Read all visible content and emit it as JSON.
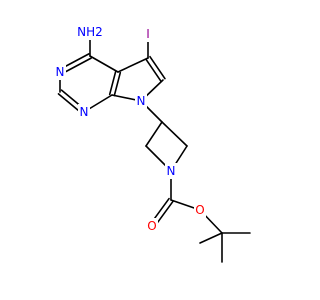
{
  "molecule": {
    "atoms": [
      {
        "id": "amino",
        "label": "NH2",
        "color": "#0000ff"
      },
      {
        "id": "iodine",
        "label": "I",
        "color": "#940094"
      },
      {
        "id": "n1",
        "label": "N",
        "color": "#0000ff"
      },
      {
        "id": "n3",
        "label": "N",
        "color": "#0000ff"
      },
      {
        "id": "n7",
        "label": "N",
        "color": "#0000ff"
      },
      {
        "id": "n_azetidine",
        "label": "N",
        "color": "#0000ff"
      },
      {
        "id": "o_carbonyl",
        "label": "O",
        "color": "#ff0000"
      },
      {
        "id": "o_ester",
        "label": "O",
        "color": "#ff0000"
      }
    ],
    "bond_color": "#000000"
  }
}
